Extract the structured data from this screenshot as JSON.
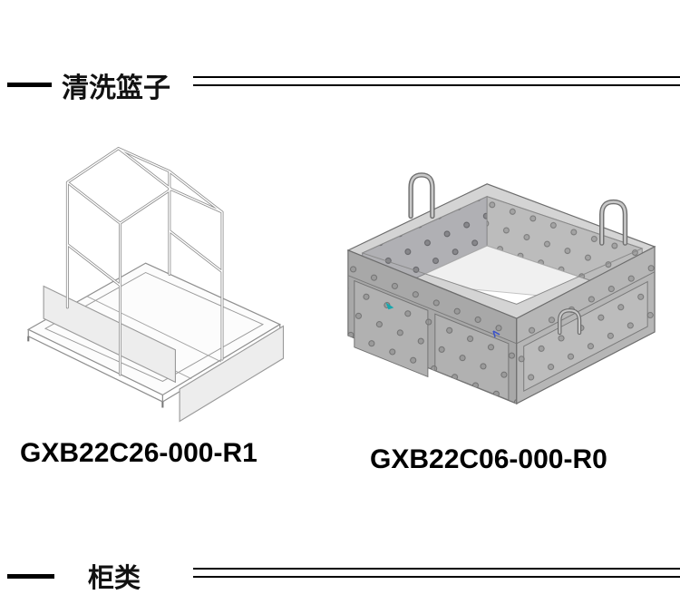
{
  "sections": {
    "top": {
      "title": "清洗篮子"
    },
    "bottom": {
      "title": "柜类"
    }
  },
  "products": [
    {
      "code": "GXB22C26-000-R1",
      "description": "wireframe cleaning basket cart"
    },
    {
      "code": "GXB22C06-000-R0",
      "description": "perforated sheet-metal cleaning basket"
    }
  ],
  "colors": {
    "rule_black": "#000000",
    "cad_line_gray": "#8a8a8a",
    "sheet_metal_gray": "#a8a8a8",
    "annotation_teal": "#18a7ad",
    "annotation_blue": "#3b52c9"
  }
}
